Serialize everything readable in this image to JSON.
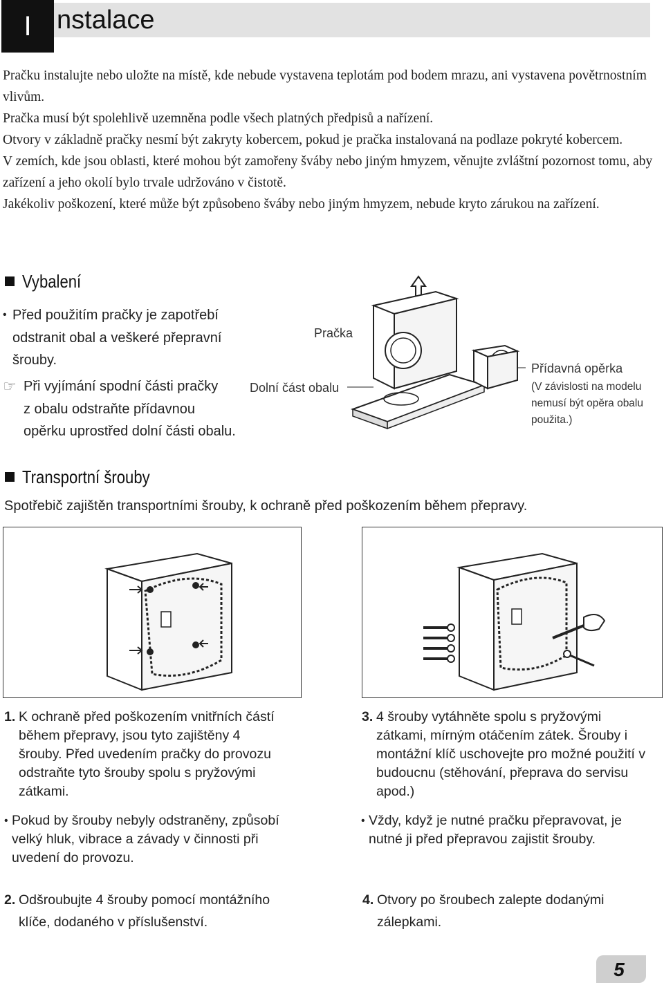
{
  "header": {
    "initial": "I",
    "rest": "nstalace"
  },
  "intro": [
    "Pračku instalujte nebo uložte na místě, kde nebude vystavena teplotám pod bodem mrazu, ani vystavena povětrnostním vlivům.",
    "Pračka musí být spolehlivě uzemněna podle všech platných předpisů a nařízení.",
    "Otvory v základně pračky nesmí být zakryty kobercem, pokud je pračka instalovaná na podlaze pokryté kobercem.",
    "V zemích, kde jsou oblasti, které mohou být zamořeny šváby nebo jiným hmyzem, věnujte zvláštní pozornost tomu, aby zařízení a jeho okolí bylo trvale udržováno v čistotě.",
    "Jakékoliv poškození, které může být způsobeno šváby nebo jiným hmyzem, nebude kryto zárukou na zařízení."
  ],
  "unpacking": {
    "title": "Vybalení",
    "bullet_symbol": "•",
    "bullet_lines": [
      "Před použitím pračky je zapotřebí",
      "odstranit obal a veškeré přepravní",
      "šrouby."
    ],
    "note_symbol": "☞",
    "note_lines": [
      "Při vyjímání spodní části pračky",
      "z obalu odstraňte přídavnou",
      "opěrku uprostřed dolní části obalu."
    ],
    "labels": {
      "washer": "Pračka",
      "bottom": "Dolní část obalu",
      "support": "Přídavná opěrka",
      "support_note": [
        "(V závislosti na modelu",
        "nemusí být opěra obalu",
        "použita.)"
      ]
    }
  },
  "transport": {
    "title": "Transportní šrouby",
    "subtitle": "Spotřebič zajištěn transportními šrouby,  k ochraně před poškozením během přepravy."
  },
  "steps": {
    "s1": {
      "num": "1.",
      "lines": [
        "K ochraně před poškozením vnitřních částí",
        "během přepravy, jsou tyto zajištěny  4",
        "šrouby. Před uvedením pračky do provozu",
        "odstraňte tyto šrouby spolu s pryžovými",
        "zátkami."
      ]
    },
    "b1": {
      "sym": "•",
      "lines": [
        "Pokud by šrouby nebyly odstraněny, způsobí",
        "velký hluk, vibrace a závady v činnosti při",
        "uvedení do provozu."
      ]
    },
    "s2": {
      "num": "2.",
      "lines": [
        "Odšroubujte 4 šrouby pomocí montážního",
        "klíče, dodaného v příslušenství."
      ]
    },
    "s3": {
      "num": "3.",
      "lines": [
        "4 šrouby vytáhněte spolu s pryžovými",
        "zátkami,  mírným otáčením zátek. Šrouby i",
        "montážní klíč uschovejte pro možné použití v",
        "budoucnu (stěhování, přeprava do servisu",
        "apod.)"
      ]
    },
    "b3": {
      "sym": "•",
      "lines": [
        "Vždy, když je nutné pračku přepravovat,  je",
        "nutné ji před přepravou zajistit šrouby."
      ]
    },
    "s4": {
      "num": "4.",
      "lines": [
        "Otvory po šroubech zalepte dodanými",
        "zálepkami."
      ]
    }
  },
  "page_number": "5"
}
